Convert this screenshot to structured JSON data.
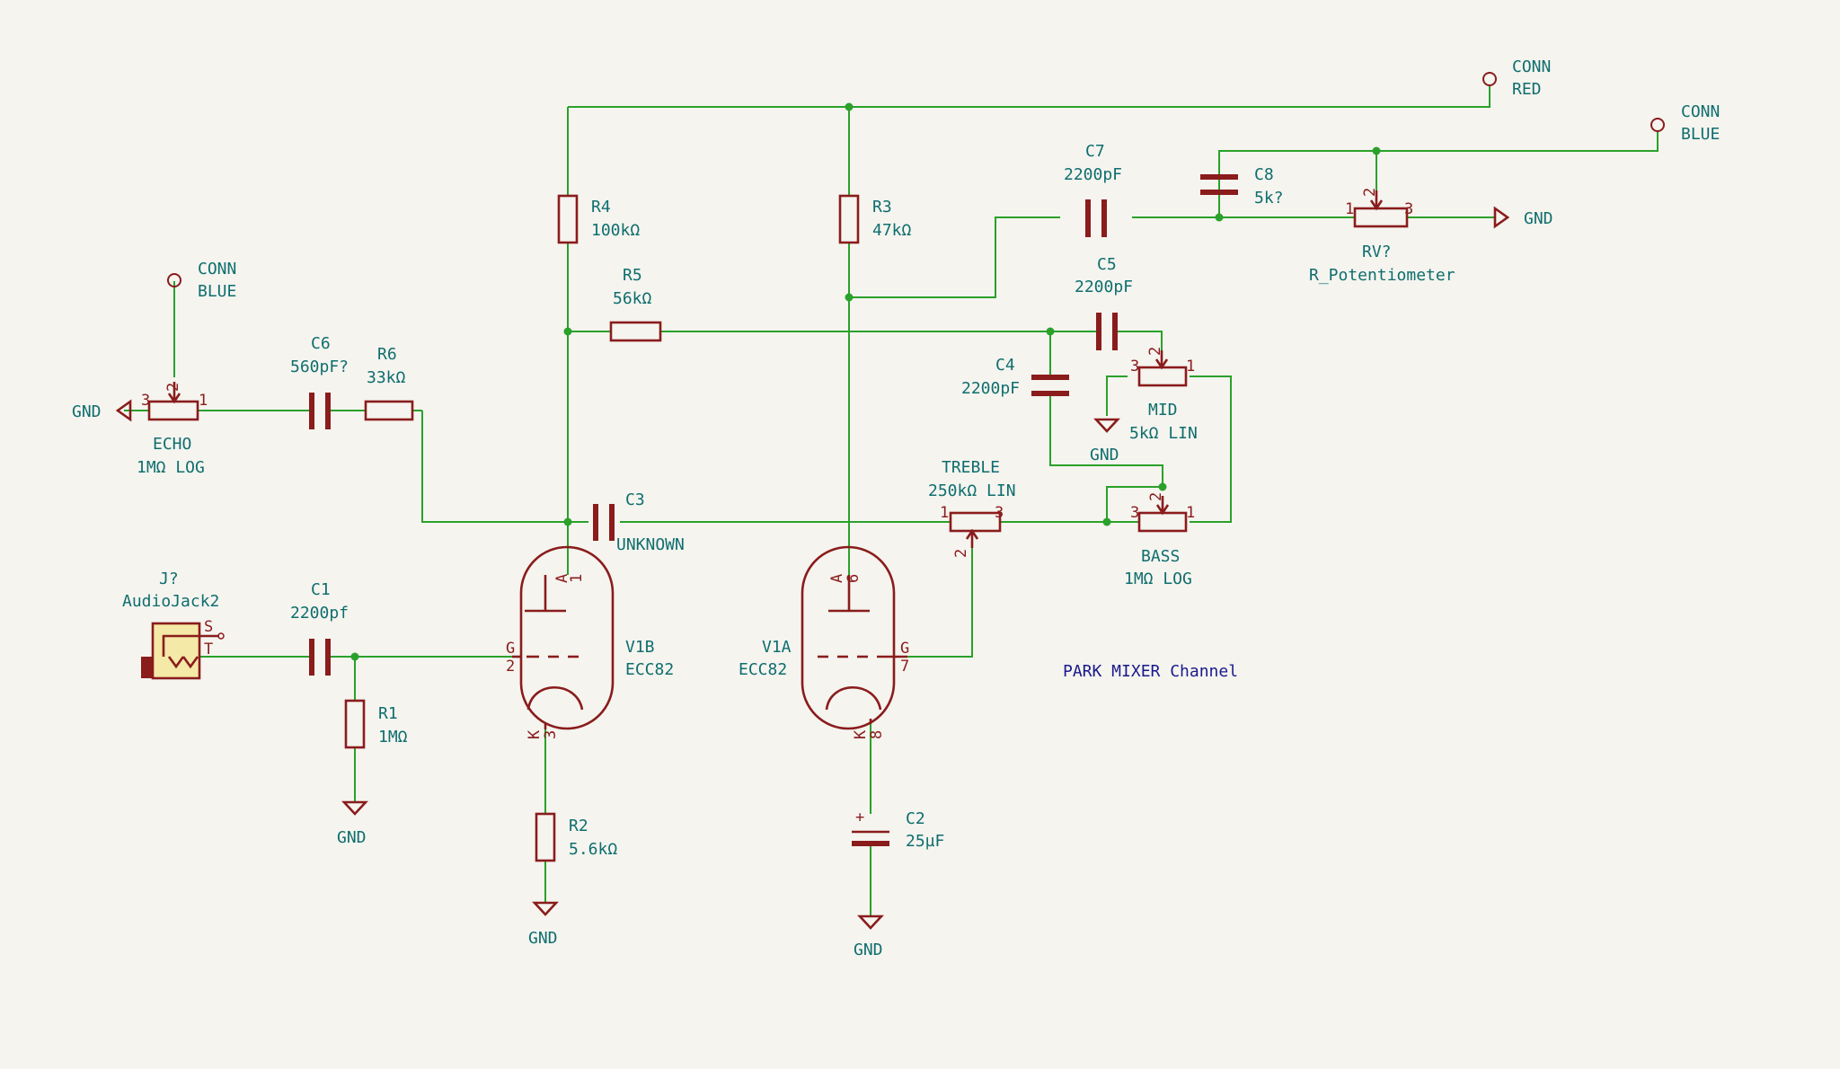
{
  "title": "PARK MIXER Channel",
  "colors": {
    "background": "#f5f4ef",
    "wire": "#2aa12a",
    "component": "#8a1c1c",
    "label": "#0f6e6e",
    "title": "#1a1a8c",
    "jack_fill": "#f4e9a6"
  },
  "connectors": {
    "red": {
      "line1": "CONN",
      "line2": "RED"
    },
    "blue_top": {
      "line1": "CONN",
      "line2": "BLUE"
    },
    "blue_left": {
      "line1": "CONN",
      "line2": "BLUE"
    }
  },
  "ground_label": "GND",
  "components": {
    "R1": {
      "ref": "R1",
      "value": "1MΩ"
    },
    "R2": {
      "ref": "R2",
      "value": "5.6kΩ"
    },
    "R3": {
      "ref": "R3",
      "value": "47kΩ"
    },
    "R4": {
      "ref": "R4",
      "value": "100kΩ"
    },
    "R5": {
      "ref": "R5",
      "value": "56kΩ"
    },
    "R6": {
      "ref": "R6",
      "value": "33kΩ"
    },
    "C1": {
      "ref": "C1",
      "value": "2200pf"
    },
    "C2": {
      "ref": "C2",
      "value": "25µF"
    },
    "C3": {
      "ref": "C3",
      "value": "UNKNOWN"
    },
    "C4": {
      "ref": "C4",
      "value": "2200pF"
    },
    "C5": {
      "ref": "C5",
      "value": "2200pF"
    },
    "C6": {
      "ref": "C6",
      "value": "560pF?"
    },
    "C7": {
      "ref": "C7",
      "value": "2200pF"
    },
    "C8": {
      "ref": "C8",
      "value": "5k?"
    },
    "RV": {
      "ref": "RV?",
      "value": "R_Potentiometer"
    },
    "ECHO": {
      "ref": "ECHO",
      "value": "1MΩ LOG"
    },
    "TREBLE": {
      "ref": "TREBLE",
      "value": "250kΩ LIN"
    },
    "MID": {
      "ref": "MID",
      "value": "5kΩ LIN"
    },
    "BASS": {
      "ref": "BASS",
      "value": "1MΩ LOG"
    },
    "J": {
      "ref": "J?",
      "value": "AudioJack2",
      "pin_s": "S",
      "pin_t": "T"
    },
    "V1B": {
      "ref": "V1B",
      "value": "ECC82",
      "pins": {
        "a": "A",
        "a_num": "1",
        "g": "G",
        "g_num": "2",
        "k": "K",
        "k_num": "3"
      }
    },
    "V1A": {
      "ref": "V1A",
      "value": "ECC82",
      "pins": {
        "a": "A",
        "a_num": "6",
        "g": "G",
        "g_num": "7",
        "k": "K",
        "k_num": "8"
      }
    }
  },
  "pin_numbers": {
    "p1": "1",
    "p2": "2",
    "p3": "3",
    "plus": "+"
  }
}
